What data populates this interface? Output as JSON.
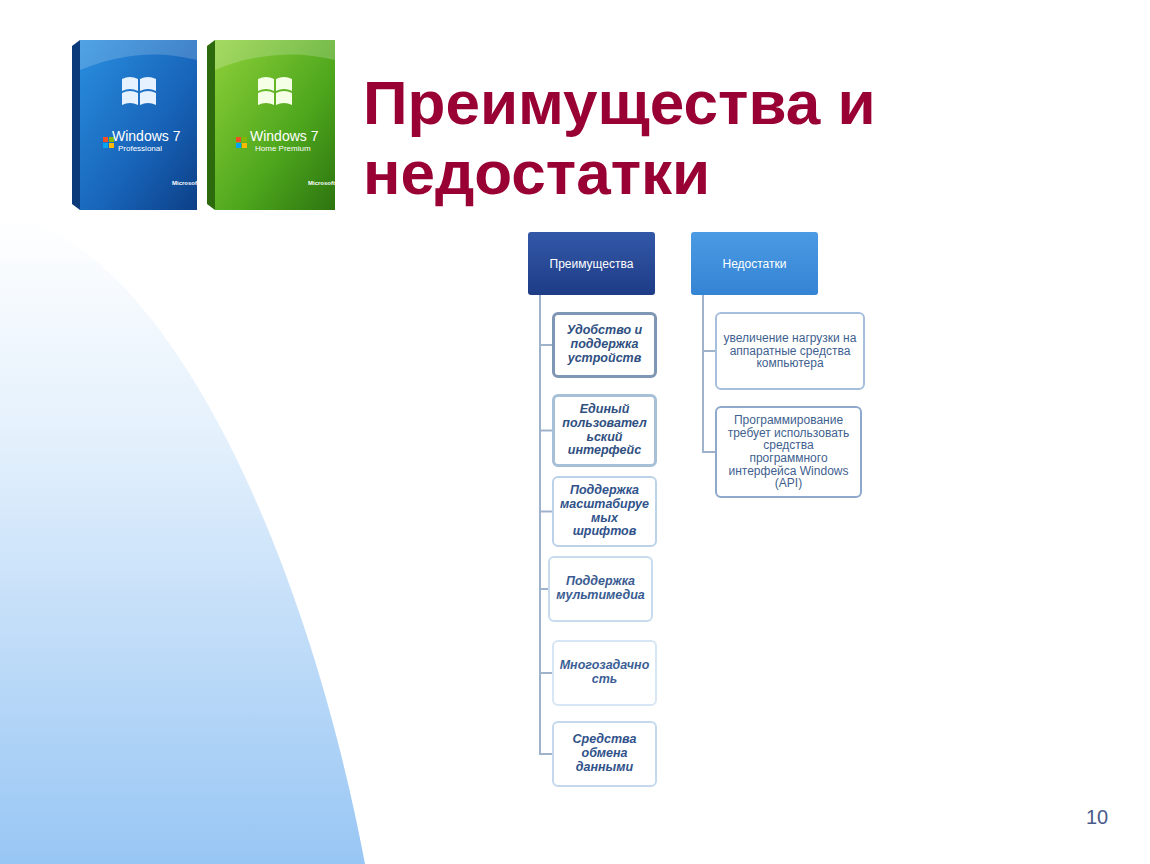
{
  "diagram": {
    "title": "Преимущества и недостатки",
    "nodes": [
      {
        "text": [
          "Преимущества"
        ]
      },
      {
        "text": [
          "Удобство и поддержка устройств"
        ]
      },
      {
        "text": [
          "Единый пользовательский интерфейс"
        ]
      },
      {
        "text": [
          "Поддержка масштабируемых шрифтов"
        ]
      },
      {
        "text": [
          "Поддержка мультимедиа"
        ]
      },
      {
        "text": [
          "Многозадачность"
        ]
      },
      {
        "text": [
          "Средства обмена данными"
        ]
      },
      {
        "text": [
          "Недостатки"
        ]
      },
      {
        "text": [
          "увеличение нагрузки на аппаратные средства компьютера"
        ]
      },
      {
        "text": [
          "Программирование требует использовать средства программного интерфейса Windows (API)"
        ]
      }
    ],
    "edges": [
      {
        "from": 0,
        "to": 1,
        "arrow": "none"
      },
      {
        "from": 0,
        "to": 2,
        "arrow": "none"
      },
      {
        "from": 0,
        "to": 3,
        "arrow": "none"
      },
      {
        "from": 0,
        "to": 4,
        "arrow": "none"
      },
      {
        "from": 0,
        "to": 5,
        "arrow": "none"
      },
      {
        "from": 0,
        "to": 6,
        "arrow": "none"
      },
      {
        "from": 7,
        "to": 8,
        "arrow": "none"
      },
      {
        "from": 7,
        "to": 9,
        "arrow": "none"
      }
    ],
    "labels": [
      "Windows 7",
      "Professional",
      "Microsoft",
      "Windows 7",
      "Home Premium",
      "Microsoft",
      "10"
    ]
  }
}
